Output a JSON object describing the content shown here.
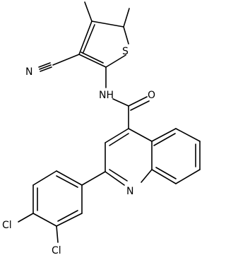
{
  "atoms": {
    "S": "S",
    "N_nitrile": "N",
    "N_amide": "NH",
    "O_carbonyl": "O",
    "N_quinoline": "N",
    "Cl_1": "Cl",
    "Cl_2": "Cl"
  }
}
